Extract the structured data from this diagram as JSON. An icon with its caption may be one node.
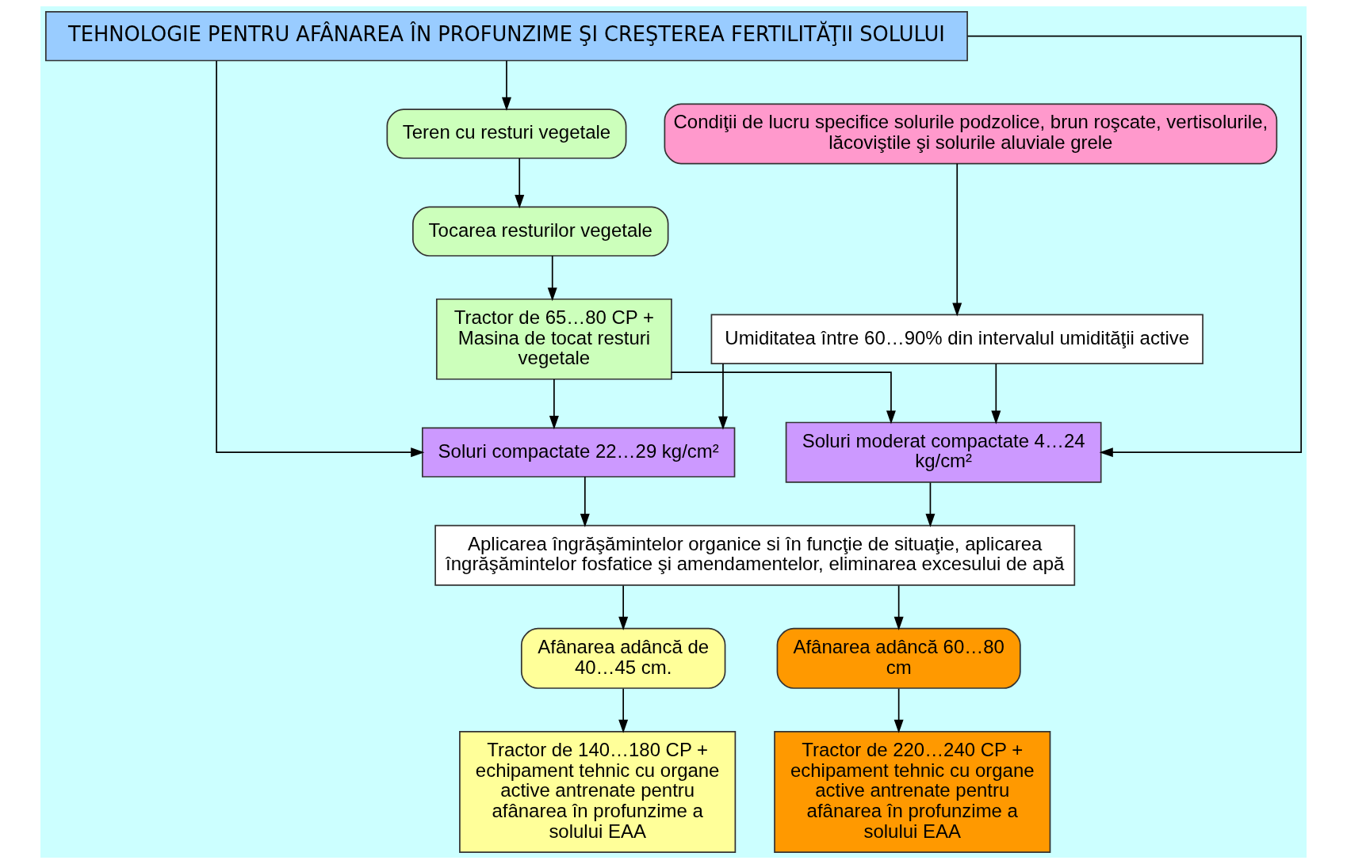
{
  "diagram": {
    "nodes": [
      {
        "text": [
          "TEHNOLOGIE PENTRU AFÂNAREA ÎN PROFUNZIME ŞI CREŞTEREA FERTILITĂŢII SOLULUI"
        ]
      },
      {
        "text": [
          "Teren cu resturi vegetale"
        ]
      },
      {
        "text": [
          "Tocarea resturilor vegetale"
        ]
      },
      {
        "text": [
          "Tractor de 65…80 CP + Masina de tocat resturi vegetale"
        ]
      },
      {
        "text": [
          "Condiţii de lucru specifice solurile podzolice, brun roşcate, vertisolurile, lăcoviştile şi solurile aluviale grele"
        ]
      },
      {
        "text": [
          "Umiditatea între 60…90% din intervalul umidităţii active"
        ]
      },
      {
        "text": [
          "Soluri moderat compactate 4…24 kg/cm²"
        ]
      },
      {
        "text": [
          "Soluri compactate 22…29 kg/cm²"
        ]
      },
      {
        "text": [
          "Aplicarea îngrăşămintelor organice si în funcţie de situaţie, aplicarea îngrăşămintelor fosfatice şi amendamentelor, eliminarea excesului de apă"
        ]
      },
      {
        "text": [
          "Afânarea adâncă de 40…45 cm."
        ]
      },
      {
        "text": [
          "Afânarea adâncă 60…80 cm"
        ]
      },
      {
        "text": [
          "Tractor de 140…180 CP + echipament tehnic cu organe active antrenate pentru afânarea în profunzime a solului EAA"
        ]
      },
      {
        "text": [
          "Tractor de 220…240 CP + echipament tehnic cu organe active antrenate pentru afânarea în profunzime a solului EAA"
        ]
      }
    ],
    "edges": [
      {
        "from": 0,
        "to": 1,
        "arrow": "to"
      },
      {
        "from": 1,
        "to": 2,
        "arrow": "to"
      },
      {
        "from": 2,
        "to": 3,
        "arrow": "to"
      },
      {
        "from": 0,
        "to": 6,
        "arrow": "to"
      },
      {
        "from": 0,
        "to": 7,
        "arrow": "to"
      },
      {
        "from": 3,
        "to": 6,
        "arrow": "to"
      },
      {
        "from": 3,
        "to": 7,
        "arrow": "to"
      },
      {
        "from": 4,
        "to": 5,
        "arrow": "to"
      },
      {
        "from": 5,
        "to": 6,
        "arrow": "to"
      },
      {
        "from": 5,
        "to": 7,
        "arrow": "to"
      },
      {
        "from": 6,
        "to": 8,
        "arrow": "to"
      },
      {
        "from": 7,
        "to": 8,
        "arrow": "to"
      },
      {
        "from": 8,
        "to": 9,
        "arrow": "to"
      },
      {
        "from": 8,
        "to": 10,
        "arrow": "to"
      },
      {
        "from": 9,
        "to": 11,
        "arrow": "to"
      },
      {
        "from": 10,
        "to": 12,
        "arrow": "to"
      }
    ]
  }
}
